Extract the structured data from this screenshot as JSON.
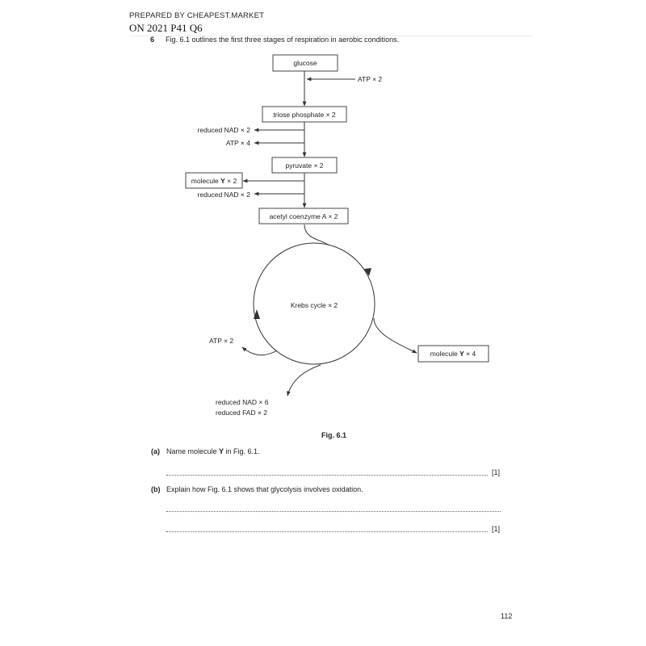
{
  "header": {
    "prepared_by": "PREPARED BY CHEAPEST.MARKET",
    "paper_ref": "ON 2021 P41 Q6"
  },
  "question": {
    "number": "6",
    "intro": "Fig. 6.1 outlines the first three stages of respiration in aerobic conditions."
  },
  "figure": {
    "glucose": "glucose",
    "atp_in": "ATP × 2",
    "triose_phosphate": "triose phosphate × 2",
    "reduced_nad_2": "reduced NAD × 2",
    "atp_4": "ATP × 4",
    "pyruvate": "pyruvate × 2",
    "molecule_y_2_prefix": "molecule ",
    "molecule_y_letter": "Y",
    "molecule_y_2_suffix": " × 2",
    "reduced_nad_2b": "reduced NAD × 2",
    "acetyl_coa": "acetyl coenzyme A × 2",
    "krebs_cycle": "Krebs cycle × 2",
    "atp_krebs": "ATP × 2",
    "molecule_y_4_suffix": " × 4",
    "reduced_nad_6": "reduced NAD × 6",
    "reduced_fad_2": "reduced FAD × 2",
    "caption": "Fig. 6.1"
  },
  "parts": {
    "a_label": "(a)",
    "a_text_prefix": "Name molecule ",
    "a_text_letter": "Y",
    "a_text_suffix": " in Fig. 6.1.",
    "a_mark": "[1]",
    "b_label": "(b)",
    "b_text": "Explain how Fig. 6.1 shows that glycolysis involves oxidation.",
    "b_mark": "[1]"
  },
  "footer": {
    "page_number": "112"
  }
}
